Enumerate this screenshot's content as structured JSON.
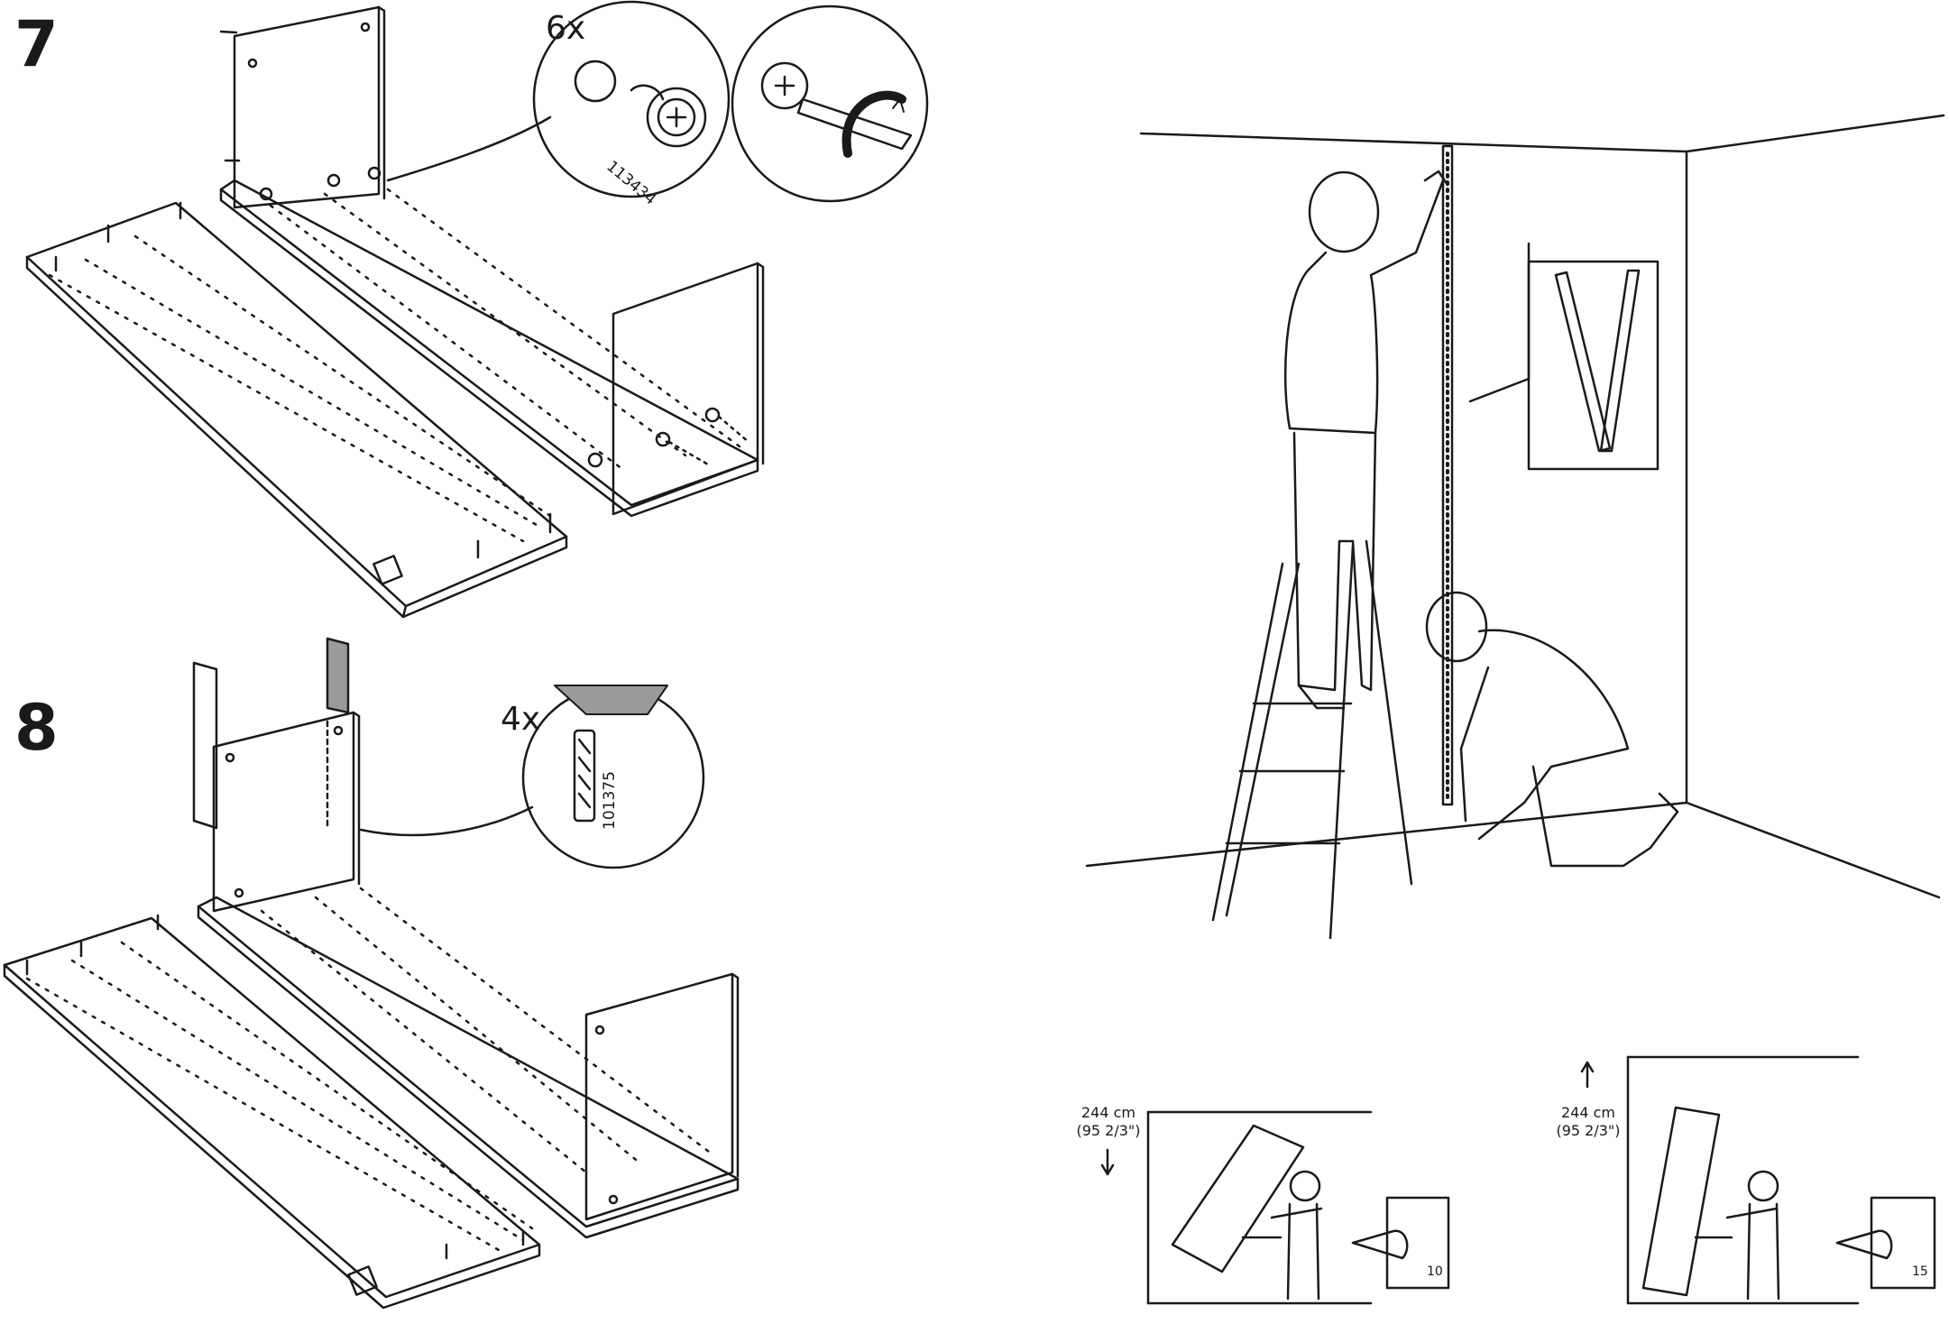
{
  "steps": [
    {
      "number": "7",
      "quantity": "6x",
      "part_number": "113434"
    },
    {
      "number": "8",
      "quantity": "4x",
      "part_number": "101375"
    }
  ],
  "height_options": [
    {
      "label": "244 cm",
      "label_imperial": "(95 2/3\")",
      "arrow": "down",
      "page_ref": "10"
    },
    {
      "label": "244 cm",
      "label_imperial": "(95 2/3\")",
      "arrow": "up",
      "page_ref": "15"
    }
  ],
  "colors": {
    "ink": "#1a1a1a",
    "shade": "#9a9a9a",
    "paper": "#ffffff"
  }
}
